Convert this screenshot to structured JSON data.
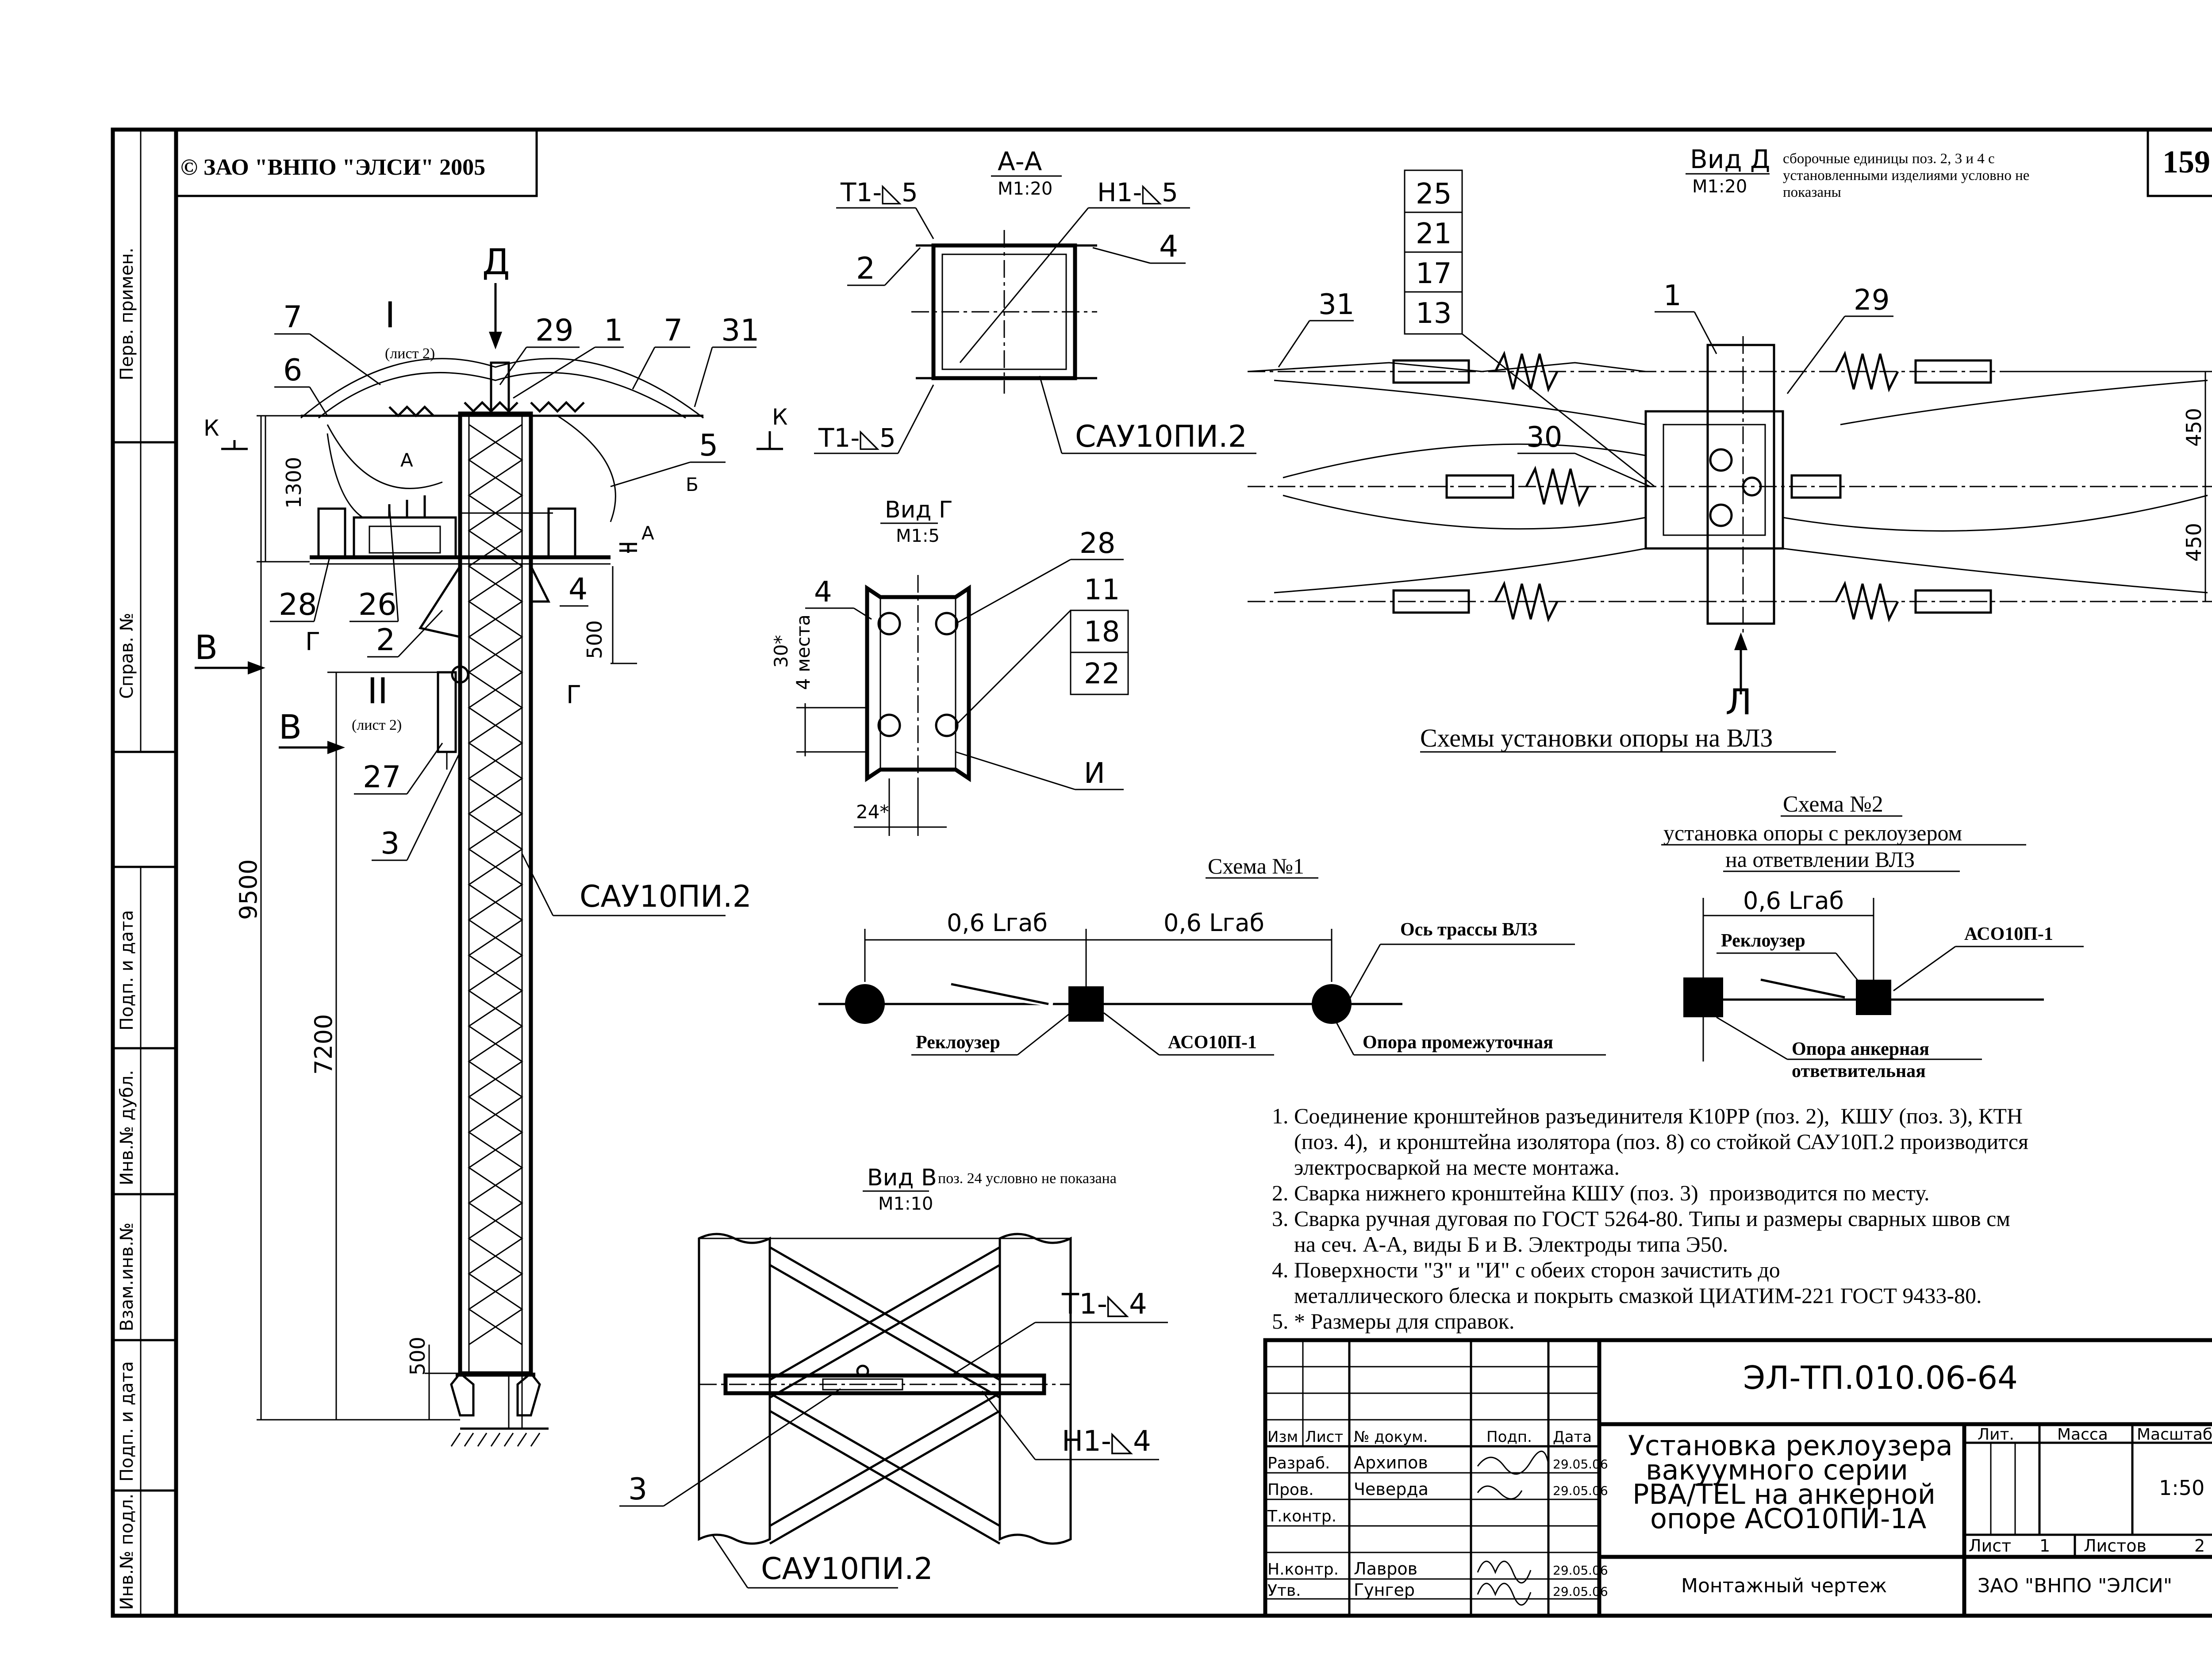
{
  "copyright": "© ЗАО \"ВНПО \"ЭЛСИ\" 2005",
  "page_number": "159",
  "side_stamp": {
    "perv_primen": "Перв. примен.",
    "sprav": "Справ. №",
    "podp_data_1": "Подп. и дата",
    "inv_dubl": "Инв.№ дубл.",
    "vzam_inv": "Взам.инв.№",
    "podp_data_2": "Подп. и дата",
    "inv_podl": "Инв.№ подл."
  },
  "pole_view": {
    "label_D": "Д",
    "label_I": "I",
    "label_I_note": "(лист 2)",
    "label_II": "II",
    "label_II_note": "(лист 2)",
    "label_K_left": "К",
    "label_K_right": "К",
    "label_A_top": "А",
    "label_A_right": "А",
    "label_B_cyr": "Б",
    "label_V_1": "В",
    "label_V_2": "В",
    "label_G_1": "Г",
    "label_G_2": "Г",
    "callouts": [
      "7",
      "6",
      "29",
      "1",
      "7",
      "31",
      "5",
      "4",
      "28",
      "26",
      "2",
      "27",
      "3"
    ],
    "column_label": "САУ10ПИ.2",
    "dims": [
      "1300",
      "500",
      "9500",
      "7200",
      "500"
    ]
  },
  "section_AA": {
    "title": "А-А",
    "scale": "М1:20",
    "weld_top_left": "Т1-◺5",
    "weld_top_right": "Н1-◺5",
    "weld_bottom_left": "Т1-◺5",
    "callout_2": "2",
    "callout_4": "4",
    "label": "САУ10ПИ.2"
  },
  "view_G": {
    "title": "Вид Г",
    "scale": "М1:5",
    "callout_4": "4",
    "callouts_right": [
      "28",
      "11",
      "18",
      "22"
    ],
    "label_I": "И",
    "dim_vertical": "30*",
    "dim_vertical_note": "4 места",
    "dim_horizontal": "24*"
  },
  "view_D": {
    "title": "Вид Д",
    "scale": "М1:20",
    "note": "сборочные единицы поз. 2, 3 и 4 с установленными изделиями условно не показаны",
    "stack_callouts": [
      "25",
      "21",
      "17",
      "13"
    ],
    "callout_31": "31",
    "callout_1": "1",
    "callout_29": "29",
    "callout_30": "30",
    "label_L": "Л",
    "dim_1": "450",
    "dim_2": "450"
  },
  "schemes": {
    "heading": "Схемы установки опоры на ВЛЗ",
    "scheme1": {
      "title": "Схема №1",
      "dim_left": "0,6 Lгаб",
      "dim_right": "0,6 Lгаб",
      "axis_label": "Ось трассы ВЛЗ",
      "recloser": "Реклоузер",
      "pole": "АСО10П-1",
      "intermediate": "Опора промежуточная"
    },
    "scheme2": {
      "title": "Схема №2",
      "subtitle_1": "установка опоры с реклоузером",
      "subtitle_2": "на ответвлении ВЛЗ",
      "dim": "0,6 Lгаб",
      "recloser": "Реклоузер",
      "pole": "АСО10П-1",
      "anchor_1": "Опора анкерная",
      "anchor_2": "ответвительная"
    }
  },
  "view_V": {
    "title": "Вид В",
    "scale": "М1:10",
    "note": "поз. 24 условно не показана",
    "weld_1": "Т1-◺4",
    "weld_2": "Н1-◺4",
    "callout_3": "3",
    "label": "САУ10ПИ.2"
  },
  "notes": [
    "1. Соединение кронштейнов разъединителя К10РР (поз. 2),  КШУ (поз. 3), КТН",
    "    (поз. 4),  и кронштейна изолятора (поз. 8) со стойкой САУ10П.2 производится",
    "    электросваркой на месте монтажа.",
    "2. Сварка нижнего кронштейна КШУ (поз. 3)  производится по месту.",
    "3. Сварка ручная дуговая по ГОСТ 5264-80. Типы и размеры сварных швов см",
    "    на сеч. А-А, виды Б и В. Электроды типа Э50.",
    "4. Поверхности \"З\" и \"И\" с обеих сторон зачистить до",
    "    металлического блеска и покрыть смазкой ЦИАТИМ-221 ГОСТ 9433-80.",
    "5. * Размеры для справок."
  ],
  "title_block": {
    "doc_number": "ЭЛ-ТП.010.06-64",
    "title_lines": [
      "Установка реклоузера",
      "вакуумного серии",
      "PBA/TEL на анкерной",
      "опоре АСО10ПИ-1А"
    ],
    "drawing_type": "Монтажный чертеж",
    "company": "ЗАО \"ВНПО \"ЭЛСИ\"",
    "head_izm": "Изм",
    "head_list": "Лист",
    "head_doc": "№ докум.",
    "head_podp": "Подп.",
    "head_data": "Дата",
    "role_razrab": "Разраб.",
    "role_prov": "Пров.",
    "role_tkontr": "Т.контр.",
    "role_nkontr": "Н.контр.",
    "role_utv": "Утв.",
    "name_razrab": "Архипов",
    "name_prov": "Чеверда",
    "name_nkontr": "Лавров",
    "name_utv": "Гунгер",
    "date_razrab": "29.05.06",
    "date_prov": "29.05.06",
    "date_nkontr": "29.05.06",
    "date_utv": "29.05.06",
    "lit_label": "Лит.",
    "massa_label": "Масса",
    "masshtab_label": "Масштаб",
    "scale_value": "1:50",
    "list_label": "Лист",
    "list_value": "1",
    "listov_label": "Листов",
    "listov_value": "2"
  }
}
